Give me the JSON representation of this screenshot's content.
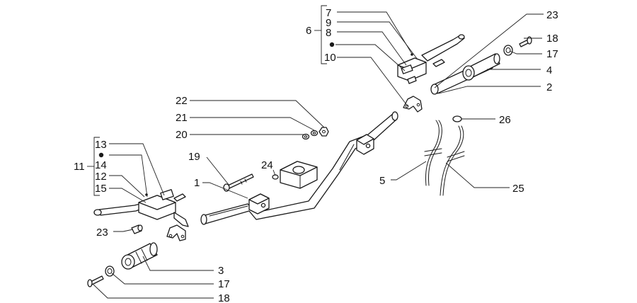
{
  "labels": {
    "l1": "1",
    "l2": "2",
    "l3": "3",
    "l4": "4",
    "l5": "5",
    "l6": "6",
    "l7": "7",
    "l8": "8",
    "l9": "9",
    "l10": "10",
    "l11": "11",
    "l12": "12",
    "l13": "13",
    "l14": "14",
    "l15": "15",
    "l17a": "17",
    "l17b": "17",
    "l18a": "18",
    "l18b": "18",
    "l19": "19",
    "l20": "20",
    "l21": "21",
    "l22": "22",
    "l23a": "23",
    "l23b": "23",
    "l24": "24",
    "l25": "25",
    "l26": "26"
  }
}
